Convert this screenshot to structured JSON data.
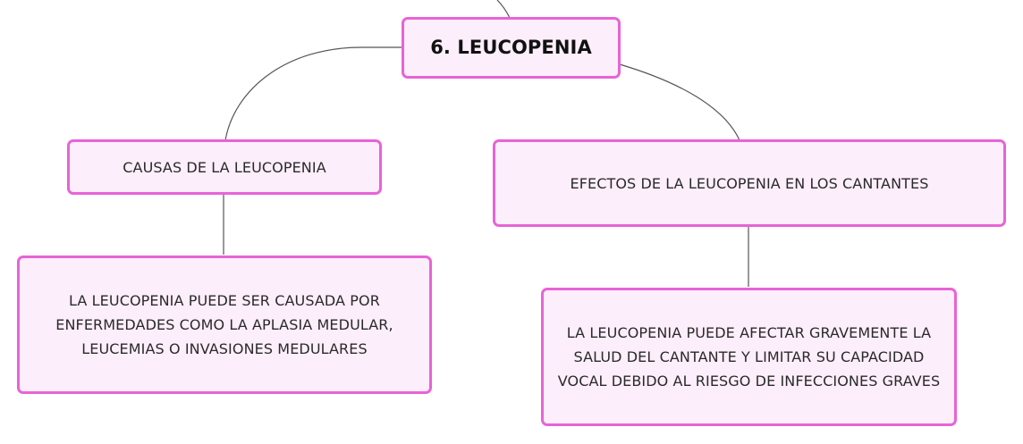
{
  "map": {
    "root": {
      "label": "6. LEUCOPENIA"
    },
    "causes": {
      "label": "CAUSAS DE LA LEUCOPENIA",
      "detail": "LA LEUCOPENIA PUEDE SER CAUSADA POR ENFERMEDADES COMO LA APLASIA MEDULAR, LEUCEMIAS O INVASIONES MEDULARES"
    },
    "effects": {
      "label": "EFECTOS DE LA LEUCOPENIA EN LOS CANTANTES",
      "detail": "LA LEUCOPENIA PUEDE AFECTAR GRAVEMENTE LA SALUD DEL CANTANTE Y LIMITAR SU CAPACIDAD VOCAL DEBIDO AL RIESGO DE INFECCIONES GRAVES"
    }
  },
  "colors": {
    "node_fill": "#fdeefb",
    "node_border": "#e863d6",
    "connector": "#555555"
  }
}
